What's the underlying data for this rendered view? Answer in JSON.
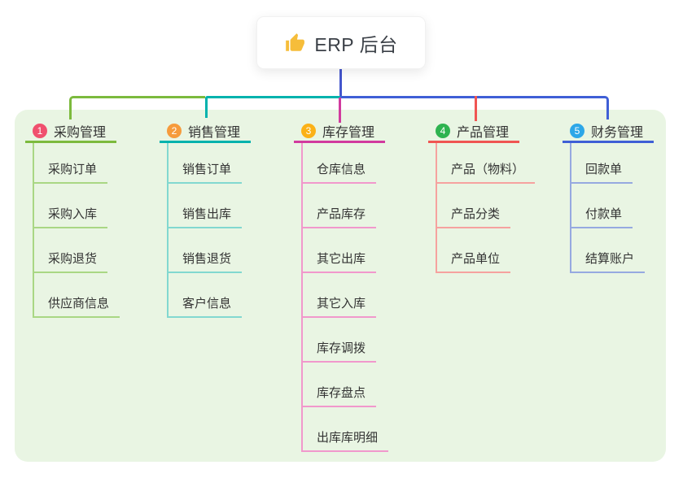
{
  "root": {
    "title": "ERP 后台",
    "icon": "thumbs-up"
  },
  "branches": [
    {
      "index": "1",
      "label": "采购管理",
      "badge_color": "#f0506e",
      "line_color": "#7cba3d",
      "light_line_color": "#a9d784",
      "children": [
        "采购订单",
        "采购入库",
        "采购退货",
        "供应商信息"
      ]
    },
    {
      "index": "2",
      "label": "销售管理",
      "badge_color": "#f69b3c",
      "line_color": "#00b2ad",
      "light_line_color": "#82d8d0",
      "children": [
        "销售订单",
        "销售出库",
        "销售退货",
        "客户信息"
      ]
    },
    {
      "index": "3",
      "label": "库存管理",
      "badge_color": "#fbb117",
      "line_color": "#d13a9e",
      "light_line_color": "#f198cc",
      "children": [
        "仓库信息",
        "产品库存",
        "其它出库",
        "其它入库",
        "库存调拨",
        "库存盘点",
        "出库库明细"
      ]
    },
    {
      "index": "4",
      "label": "产品管理",
      "badge_color": "#2eb350",
      "line_color": "#f05552",
      "light_line_color": "#f6a29f",
      "children": [
        "产品（物料）",
        "产品分类",
        "产品单位"
      ]
    },
    {
      "index": "5",
      "label": "财务管理",
      "badge_color": "#2da7e8",
      "line_color": "#3f5fd6",
      "light_line_color": "#96a9e0",
      "children": [
        "回款单",
        "付款单",
        "结算账户"
      ]
    }
  ],
  "colors": {
    "page_bg": "#ffffff",
    "panel_bg": "#e9f5e3",
    "root_stem_blue": "#4456cd",
    "text": "#333333",
    "root_title": "#3a3f46",
    "thumb_icon_yellow": "#f6bd3a"
  }
}
